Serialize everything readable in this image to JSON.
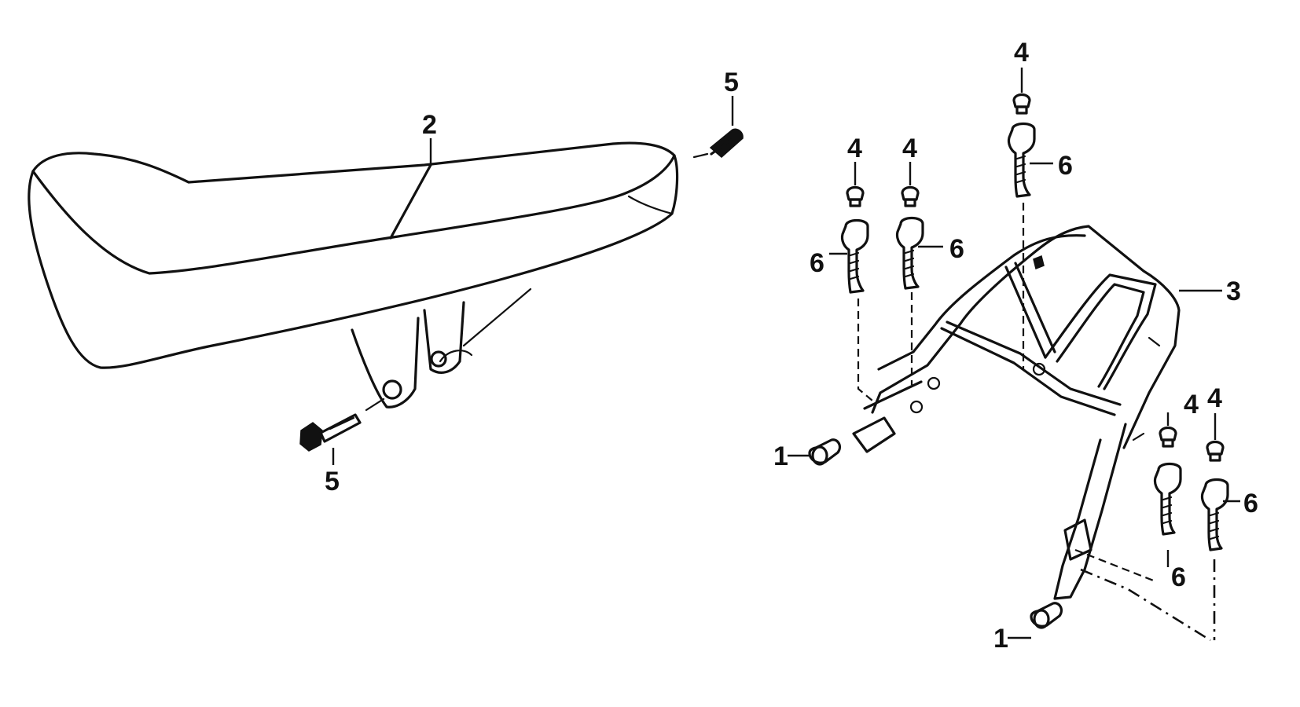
{
  "diagram": {
    "parts": [
      {
        "id": "seat-cap-left",
        "label": "1"
      },
      {
        "id": "seat-cap-right",
        "label": "1"
      },
      {
        "id": "seat",
        "label": "2"
      },
      {
        "id": "rear-carrier",
        "label": "3"
      },
      {
        "id": "rubber-cap-a",
        "label": "4"
      },
      {
        "id": "rubber-cap-b",
        "label": "4"
      },
      {
        "id": "rubber-cap-c",
        "label": "4"
      },
      {
        "id": "rubber-cap-d",
        "label": "4"
      },
      {
        "id": "rubber-cap-e",
        "label": "4"
      },
      {
        "id": "seat-bolt-top",
        "label": "5"
      },
      {
        "id": "seat-bolt-bottom",
        "label": "5"
      },
      {
        "id": "carrier-bolt-a",
        "label": "6"
      },
      {
        "id": "carrier-bolt-b",
        "label": "6"
      },
      {
        "id": "carrier-bolt-c",
        "label": "6"
      },
      {
        "id": "carrier-bolt-d",
        "label": "6"
      },
      {
        "id": "carrier-bolt-e",
        "label": "6"
      }
    ]
  }
}
